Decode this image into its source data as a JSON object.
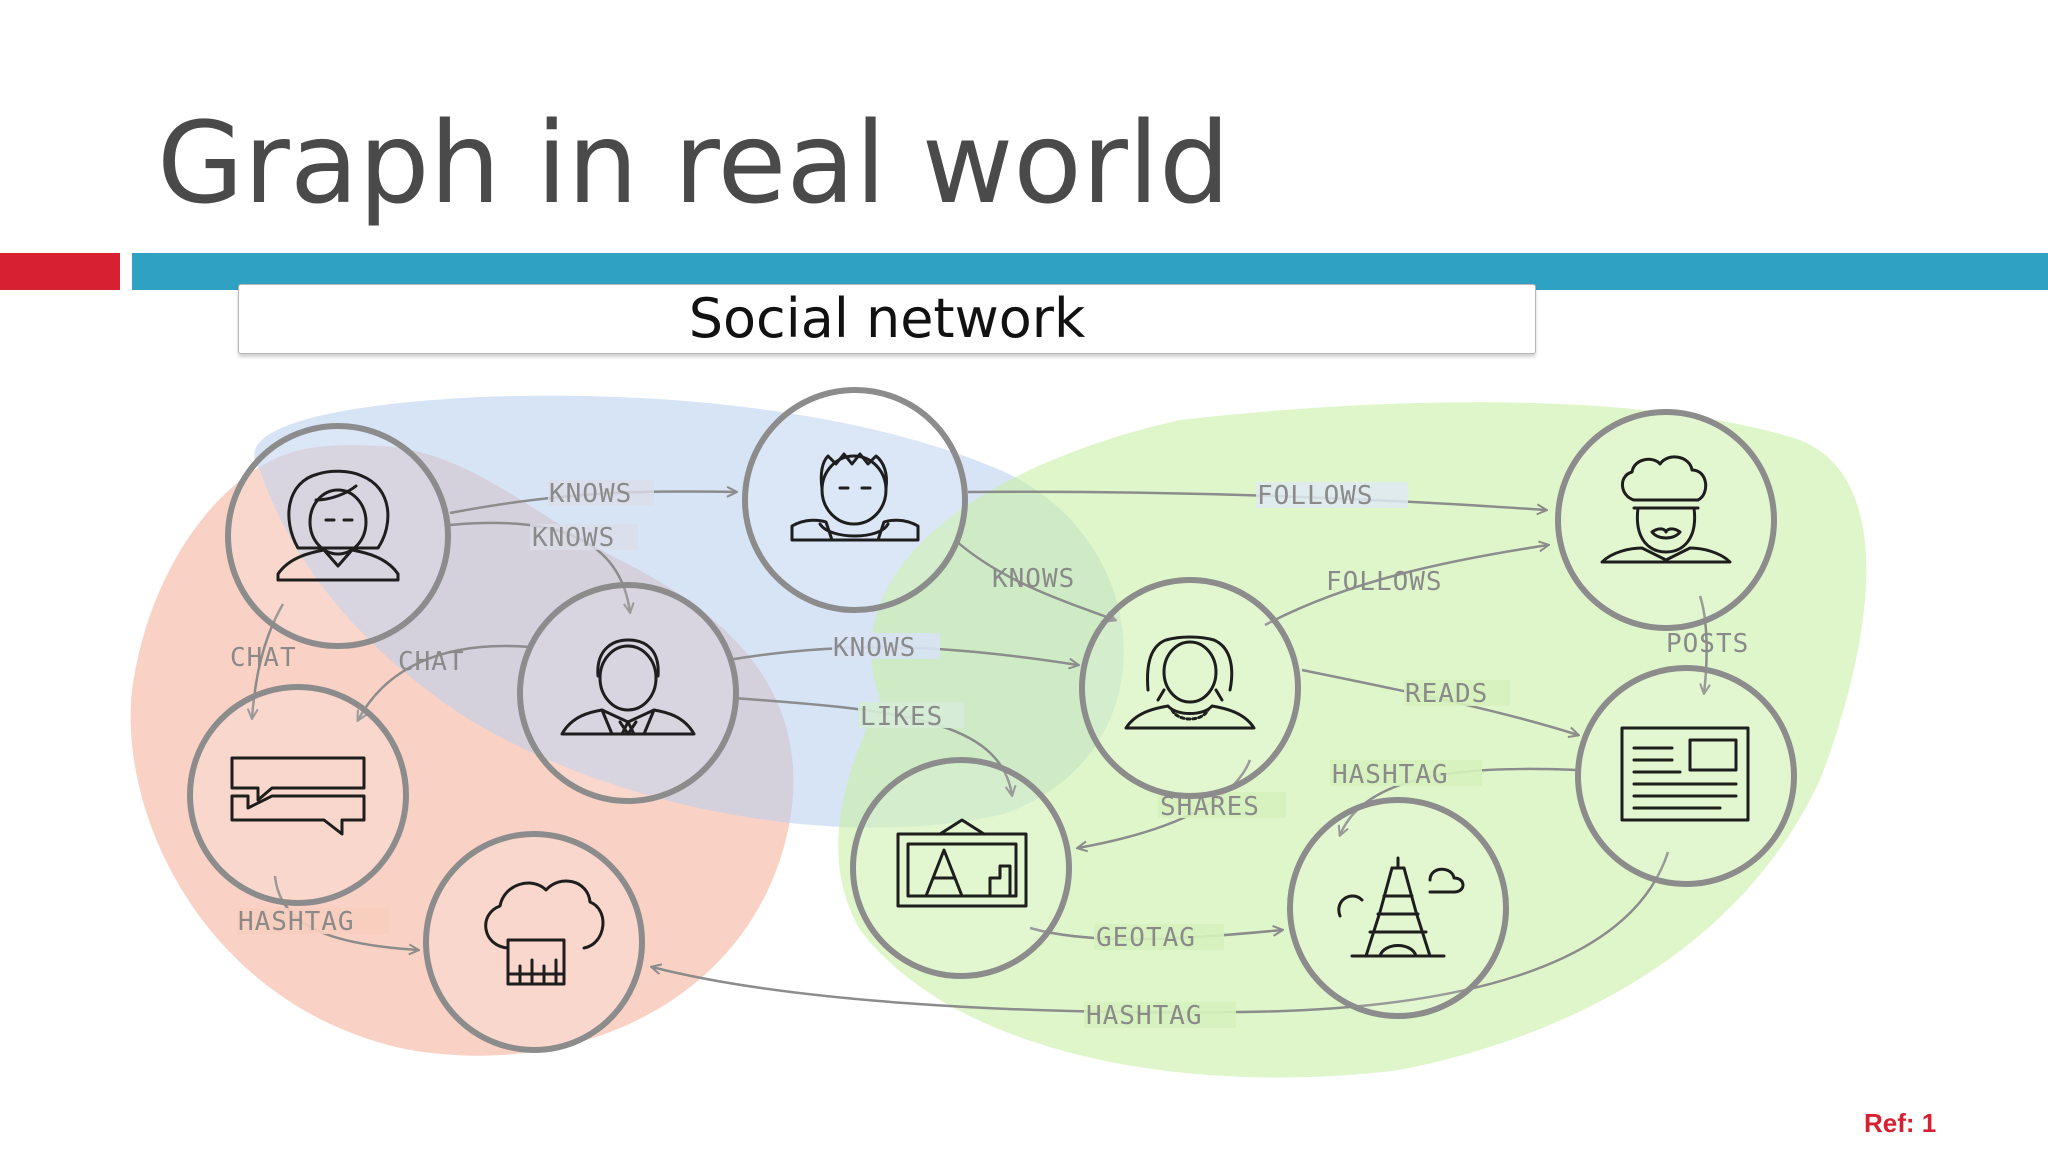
{
  "slide": {
    "title": "Graph in real world",
    "subtitle": "Social network",
    "reference": "Ref: 1"
  },
  "colors": {
    "accent_red": "#d72130",
    "accent_blue": "#2fa2c3",
    "group_red": "#f3a58c",
    "group_blue": "#b7cdee",
    "group_green": "#c9f0a6",
    "node_border": "#8c8c8c",
    "icon_stroke": "#1e1e1e"
  },
  "diagram": {
    "nodes": [
      {
        "id": "woman",
        "icon": "woman-person-icon"
      },
      {
        "id": "young-man",
        "icon": "young-man-icon"
      },
      {
        "id": "chef",
        "icon": "chef-person-icon"
      },
      {
        "id": "businessman",
        "icon": "businessman-icon"
      },
      {
        "id": "woman-necklace",
        "icon": "woman-necklace-icon"
      },
      {
        "id": "article",
        "icon": "article-icon"
      },
      {
        "id": "chat",
        "icon": "chat-bubbles-icon"
      },
      {
        "id": "chef-hat",
        "icon": "chef-hat-icon"
      },
      {
        "id": "photo",
        "icon": "eiffel-photo-icon"
      },
      {
        "id": "eiffel",
        "icon": "eiffel-tower-icon"
      }
    ],
    "edges": [
      {
        "from": "woman",
        "to": "young-man",
        "label": "KNOWS"
      },
      {
        "from": "woman",
        "to": "businessman",
        "label": "KNOWS"
      },
      {
        "from": "young-man",
        "to": "chef",
        "label": "FOLLOWS"
      },
      {
        "from": "young-man",
        "to": "woman-necklace",
        "label": "KNOWS"
      },
      {
        "from": "woman-necklace",
        "to": "chef",
        "label": "FOLLOWS"
      },
      {
        "from": "woman",
        "to": "chat",
        "label": "CHAT"
      },
      {
        "from": "businessman",
        "to": "chat",
        "label": "CHAT"
      },
      {
        "from": "businessman",
        "to": "woman-necklace",
        "label": "KNOWS"
      },
      {
        "from": "chef",
        "to": "article",
        "label": "POSTS"
      },
      {
        "from": "woman-necklace",
        "to": "article",
        "label": "READS"
      },
      {
        "from": "businessman",
        "to": "photo",
        "label": "LIKES"
      },
      {
        "from": "article",
        "to": "eiffel",
        "label": "HASHTAG"
      },
      {
        "from": "woman-necklace",
        "to": "photo",
        "label": "SHARES"
      },
      {
        "from": "chat",
        "to": "chef-hat",
        "label": "HASHTAG"
      },
      {
        "from": "photo",
        "to": "eiffel",
        "label": "GEOTAG"
      },
      {
        "from": "article",
        "to": "chef-hat",
        "label": "HASHTAG"
      }
    ]
  }
}
